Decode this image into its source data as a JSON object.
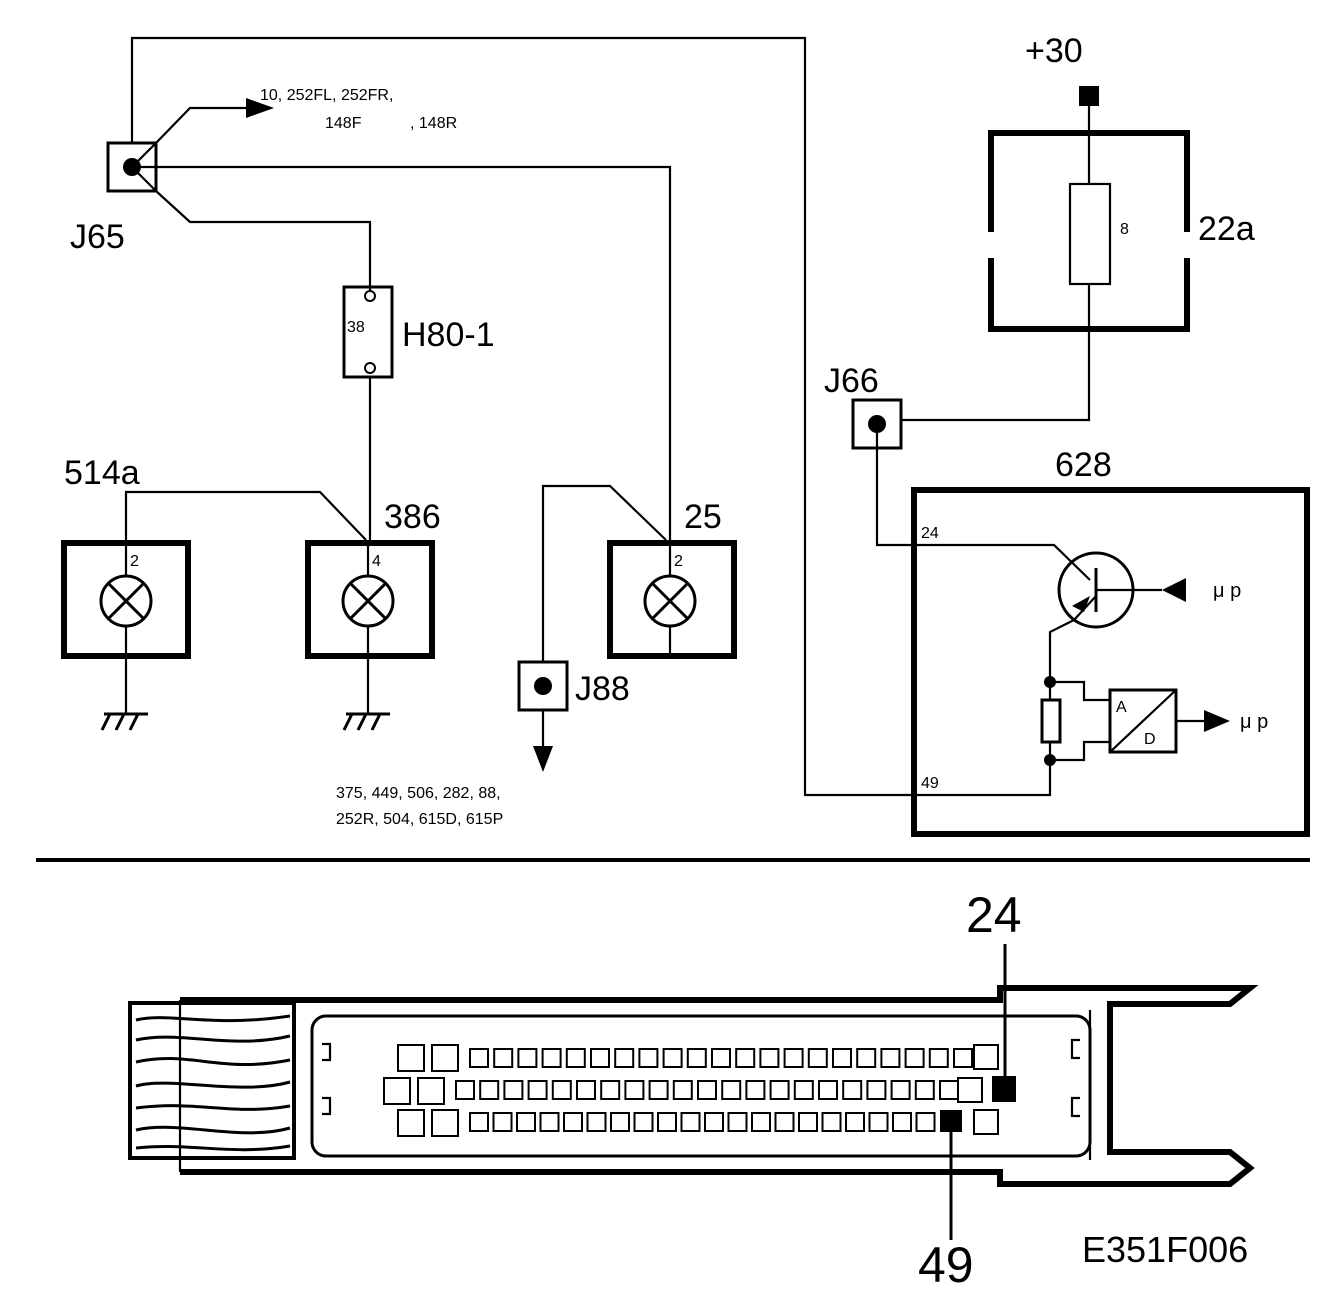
{
  "schematic": {
    "connectors": {
      "j65": "J65",
      "j66": "J66",
      "j88": "J88"
    },
    "components": {
      "h80": {
        "label": "H80-1",
        "pin": "38"
      },
      "fuse_box": {
        "label": "22a",
        "fuse": "8"
      },
      "supply": "+30",
      "ecu": {
        "label": "628",
        "pin_top": "24",
        "pin_bottom": "49"
      },
      "adc": {
        "a": "A",
        "d": "D"
      },
      "microprocessor_top": "μ p",
      "microprocessor_bottom": "μ p",
      "lamp_514a": {
        "label": "514a",
        "pin": "2"
      },
      "lamp_386": {
        "label": "386",
        "pin": "4"
      },
      "lamp_25": {
        "label": "25",
        "pin": "2"
      }
    },
    "references": {
      "j65_line1": "10, 252FL, 252FR,",
      "j65_line2a": "148F",
      "j65_line2b": ", 148R",
      "j88_line1": "375, 449, 506, 282, 88,",
      "j88_line2": "252R, 504, 615D, 615P"
    }
  },
  "connector_view": {
    "pin_top": "24",
    "pin_bottom": "49",
    "code": "E351F006"
  }
}
